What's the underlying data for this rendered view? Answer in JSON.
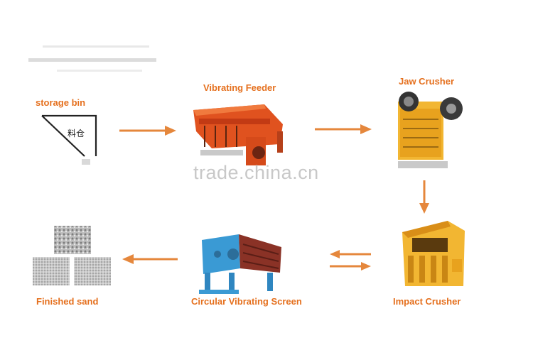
{
  "stages": {
    "storage_bin": {
      "label": "storage bin",
      "inner_text": "料仓"
    },
    "vibrating_feeder": {
      "label": "Vibrating Feeder"
    },
    "jaw_crusher": {
      "label": "Jaw Crusher"
    },
    "impact_crusher": {
      "label": "Impact Crusher"
    },
    "circular_vibrating_screen": {
      "label": "Circular Vibrating Screen"
    },
    "finished_sand": {
      "label": "Finished sand"
    }
  },
  "watermark": "trade.china.cn",
  "colors": {
    "label": "#e5701e",
    "arrow": "#e5873c",
    "feeder": "#e0521f",
    "crusher_yellow": "#f2b632",
    "screen_blue": "#3a9ad4",
    "screen_red": "#8a3226"
  }
}
